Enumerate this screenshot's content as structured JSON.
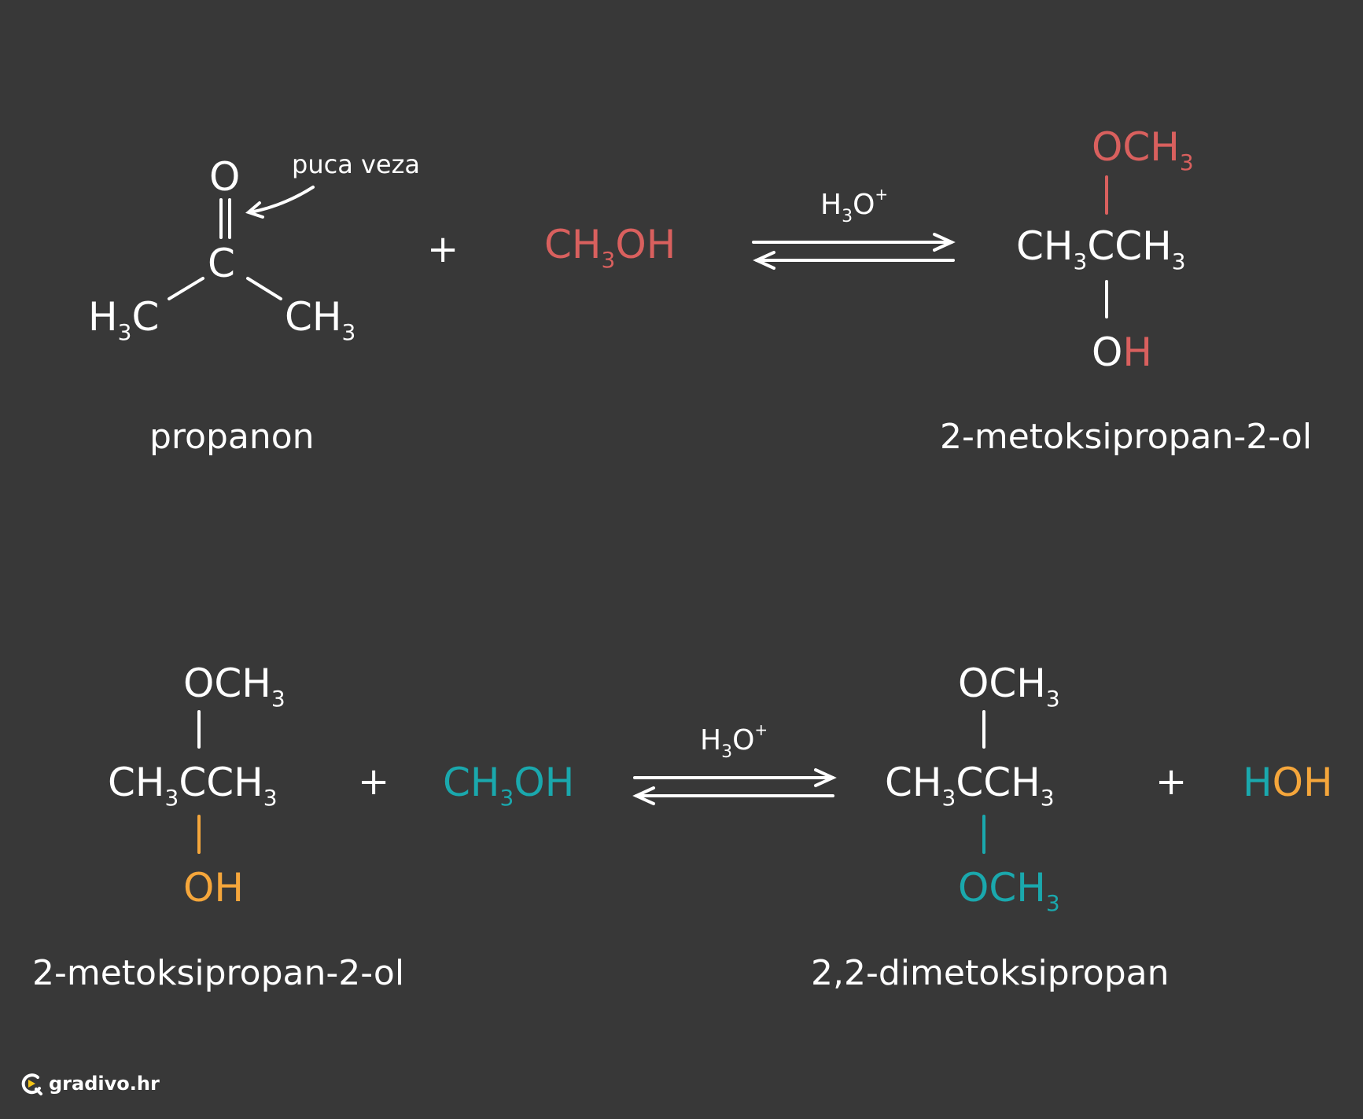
{
  "colors": {
    "background": "#383838",
    "white": "#ffffff",
    "red": "#d9605e",
    "teal": "#1aa8ad",
    "orange": "#f5a63b"
  },
  "reaction1": {
    "reactant1": {
      "O": "O",
      "C": "C",
      "H3C": {
        "a": "H",
        "b": "3",
        "c": "C"
      },
      "CH3": {
        "a": "CH",
        "b": "3"
      },
      "annotation": "puca veza",
      "name": "propanon"
    },
    "plus": "+",
    "reagent": {
      "a": "CH",
      "b": "3",
      "c": "OH"
    },
    "catalyst": {
      "a": "H",
      "b": "3",
      "c": "O",
      "d": "+"
    },
    "product": {
      "top": {
        "a": "OCH",
        "b": "3"
      },
      "main": {
        "a": "CH",
        "b": "3",
        "c": "CCH",
        "d": "3"
      },
      "bottom": {
        "a": "O",
        "b": "H"
      },
      "name": "2-metoksipropan-2-ol"
    }
  },
  "reaction2": {
    "reactant1": {
      "top": {
        "a": "OCH",
        "b": "3"
      },
      "main": {
        "a": "CH",
        "b": "3",
        "c": "CCH",
        "d": "3"
      },
      "bottom": "OH",
      "name": "2-metoksipropan-2-ol"
    },
    "plus1": "+",
    "reagent": {
      "a": "CH",
      "b": "3",
      "c": "OH"
    },
    "catalyst": {
      "a": "H",
      "b": "3",
      "c": "O",
      "d": "+"
    },
    "product": {
      "top": {
        "a": "OCH",
        "b": "3"
      },
      "main": {
        "a": "CH",
        "b": "3",
        "c": "CCH",
        "d": "3"
      },
      "bottom": {
        "a": "OCH",
        "b": "3"
      },
      "name": "2,2-dimetoksipropan"
    },
    "plus2": "+",
    "water": {
      "a": "H",
      "b": "OH"
    }
  },
  "logo": {
    "text": "gradivo.hr",
    "icon": "gradivo-logo-icon"
  }
}
